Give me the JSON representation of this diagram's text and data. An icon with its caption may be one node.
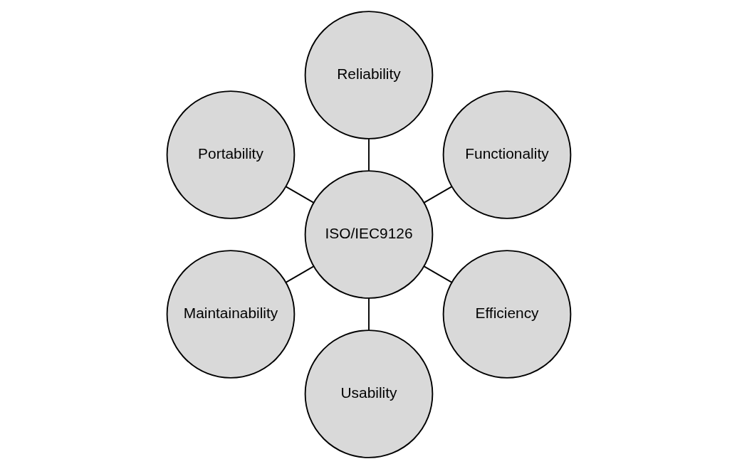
{
  "diagram": {
    "nodes": [
      {
        "text": [
          "Functionality"
        ]
      },
      {
        "text": [
          "Reliability"
        ]
      },
      {
        "text": [
          "Portability"
        ]
      },
      {
        "text": [
          "ISO/IEC9126"
        ]
      },
      {
        "text": [
          "Maintainability"
        ]
      },
      {
        "text": [
          "Usability"
        ]
      },
      {
        "text": [
          "Efficiency"
        ]
      }
    ],
    "edges": [
      {
        "from": 3,
        "to": 0,
        "arrow": "none"
      },
      {
        "from": 3,
        "to": 1,
        "arrow": "none"
      },
      {
        "from": 3,
        "to": 2,
        "arrow": "none"
      },
      {
        "from": 3,
        "to": 4,
        "arrow": "none"
      },
      {
        "from": 3,
        "to": 5,
        "arrow": "none"
      },
      {
        "from": 3,
        "to": 6,
        "arrow": "none"
      }
    ]
  }
}
